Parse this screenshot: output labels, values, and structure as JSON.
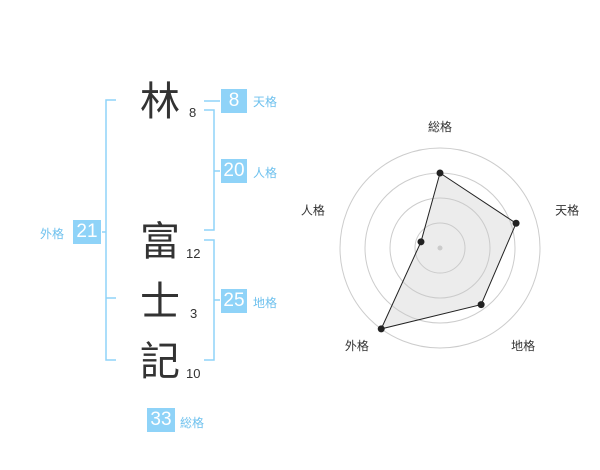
{
  "name": {
    "chars": [
      {
        "char": "林",
        "strokes": "8"
      },
      {
        "char": "富",
        "strokes": "12"
      },
      {
        "char": "士",
        "strokes": "3"
      },
      {
        "char": "記",
        "strokes": "10"
      }
    ]
  },
  "fortunes": {
    "tenkaku": {
      "value": "8",
      "label": "天格"
    },
    "jinkaku": {
      "value": "20",
      "label": "人格"
    },
    "chikaku": {
      "value": "25",
      "label": "地格"
    },
    "gaikaku": {
      "value": "21",
      "label": "外格"
    },
    "soukaku": {
      "value": "33",
      "label": "総格"
    }
  },
  "colors": {
    "accent": "#8fd3f8",
    "label": "#6ec1ee",
    "text": "#333333"
  },
  "chart_data": {
    "type": "radar",
    "axes": [
      "総格",
      "天格",
      "地格",
      "外格",
      "人格"
    ],
    "values": [
      0.75,
      0.8,
      0.7,
      1.0,
      0.2
    ],
    "rings": 4
  }
}
